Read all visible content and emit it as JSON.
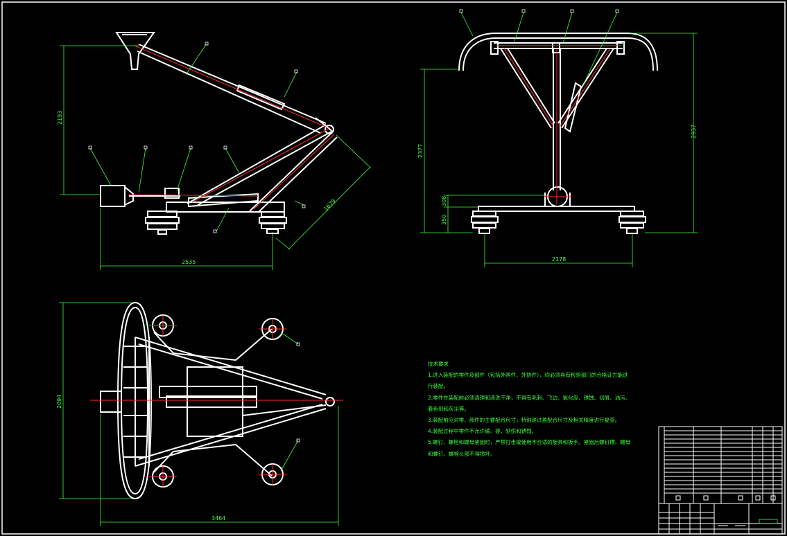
{
  "dimensions": {
    "side_height": "2193",
    "side_length": "1679",
    "side_width": "2535",
    "front_height_left": "2377",
    "front_height_right": "2937",
    "front_small_1": "308",
    "front_small_2": "350",
    "front_width": "2178",
    "plan_width": "2094",
    "plan_length": "3464"
  },
  "tech_notes": {
    "title": "技术要求",
    "lines": [
      "1.进入装配的零件及部件（包括外购件、外协件），均必须具有检验部门的合格证方能进",
      "行装配。",
      "2.零件在装配前必须清理和清洗干净，不得有毛刺、飞边、氧化皮、锈蚀、切屑、油污、",
      "着色剂和灰尘等。",
      "3.装配前应对零、部件的主要配合尺寸，特别是过盈配合尺寸及相关精度进行复查。",
      "4.装配过程中零件不允许磕、碰、划伤和锈蚀。",
      "5.螺钉、螺栓和螺母紧固时，严禁打击或使用不合适的旋具和扳手。紧固后螺钉槽、螺母",
      "和螺钉、螺栓头部不得损坏。"
    ]
  },
  "colors": {
    "background": "#000000",
    "part": "#ffffff",
    "dimension": "#3cff3c",
    "centerline": "#ff2a2a"
  }
}
